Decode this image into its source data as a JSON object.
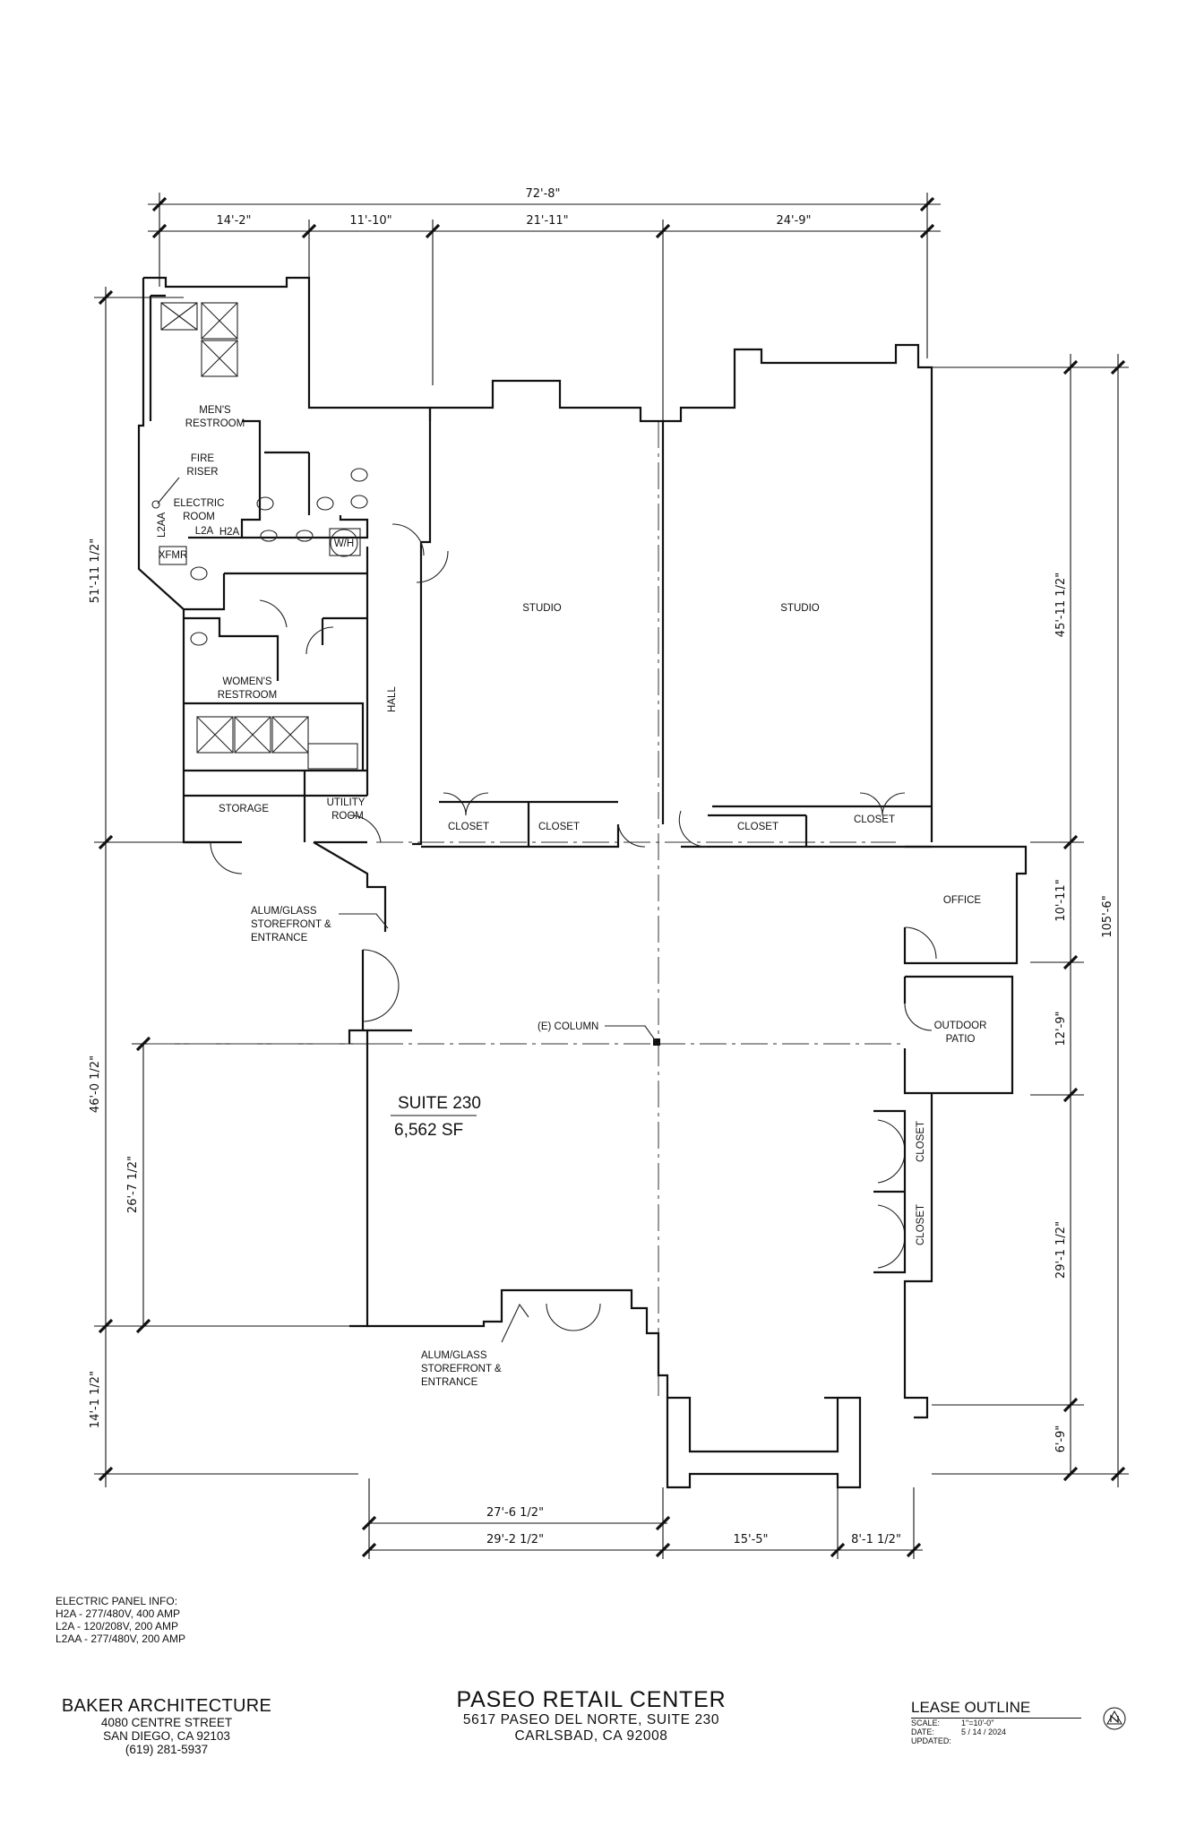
{
  "plan": {
    "rooms": {
      "mens_restroom": [
        "MEN'S",
        "RESTROOM"
      ],
      "fire_riser": [
        "FIRE",
        "RISER"
      ],
      "electric_room": [
        "ELECTRIC",
        "ROOM"
      ],
      "panel_l2aa": "L2AA",
      "panel_l2a": "L2A",
      "panel_h2a": "H2A",
      "xfmr": "XFMR",
      "water_heater": "W/H",
      "womens_restroom": [
        "WOMEN'S",
        "RESTROOM"
      ],
      "storage": "STORAGE",
      "utility_room": [
        "UTILITY",
        "ROOM"
      ],
      "hall": "HALL",
      "studio_1": "STUDIO",
      "studio_2": "STUDIO",
      "closet_1": "CLOSET",
      "closet_2": "CLOSET",
      "closet_3": "CLOSET",
      "closet_4": "CLOSET",
      "closet_5": "CLOSET",
      "closet_6": "CLOSET",
      "office": "OFFICE",
      "outdoor_patio": [
        "OUTDOOR",
        "PATIO"
      ],
      "storefront_1": [
        "ALUM/GLASS",
        "STOREFRONT &",
        "ENTRANCE"
      ],
      "storefront_2": [
        "ALUM/GLASS",
        "STOREFRONT &",
        "ENTRANCE"
      ],
      "column": "(E) COLUMN"
    },
    "suite": {
      "name": "SUITE 230",
      "area": "6,562 SF"
    },
    "dimensions": {
      "overall_top": "72'-8\"",
      "top_1": "14'-2\"",
      "top_2": "11'-10\"",
      "top_3": "21'-11\"",
      "top_4": "24'-9\"",
      "left_1": "51'-11 1/2\"",
      "left_2": "46'-0 1/2\"",
      "left_3": "14'-1 1/2\"",
      "left_inner": "26'-7 1/2\"",
      "right_1": "45'-11 1/2\"",
      "right_2": "10'-11\"",
      "right_3": "12'-9\"",
      "right_4": "29'-1 1/2\"",
      "right_5": "6'-9\"",
      "right_overall": "105'-6\"",
      "bottom_1": "27'-6 1/2\"",
      "bottom_2": "29'-2 1/2\"",
      "bottom_3": "15'-5\"",
      "bottom_4": "8'-1 1/2\""
    }
  },
  "electric_panel": {
    "title": "ELECTRIC PANEL INFO:",
    "lines": [
      "H2A - 277/480V, 400 AMP",
      "L2A - 120/208V, 200 AMP",
      "L2AA - 277/480V, 200 AMP"
    ]
  },
  "architect": {
    "name": "BAKER ARCHITECTURE",
    "street": "4080 CENTRE STREET",
    "city": "SAN DIEGO, CA 92103",
    "phone": "(619) 281-5937"
  },
  "project": {
    "name": "PASEO RETAIL CENTER",
    "address": "5617 PASEO DEL NORTE, SUITE 230",
    "city": "CARLSBAD, CA 92008"
  },
  "sheet": {
    "title": "LEASE OUTLINE",
    "scale_label": "SCALE:",
    "scale_value": "1\"=10'-0\"",
    "date_label": "DATE:",
    "date_value": "5 / 14 / 2024",
    "updated_label": "UPDATED:",
    "updated_value": ""
  }
}
